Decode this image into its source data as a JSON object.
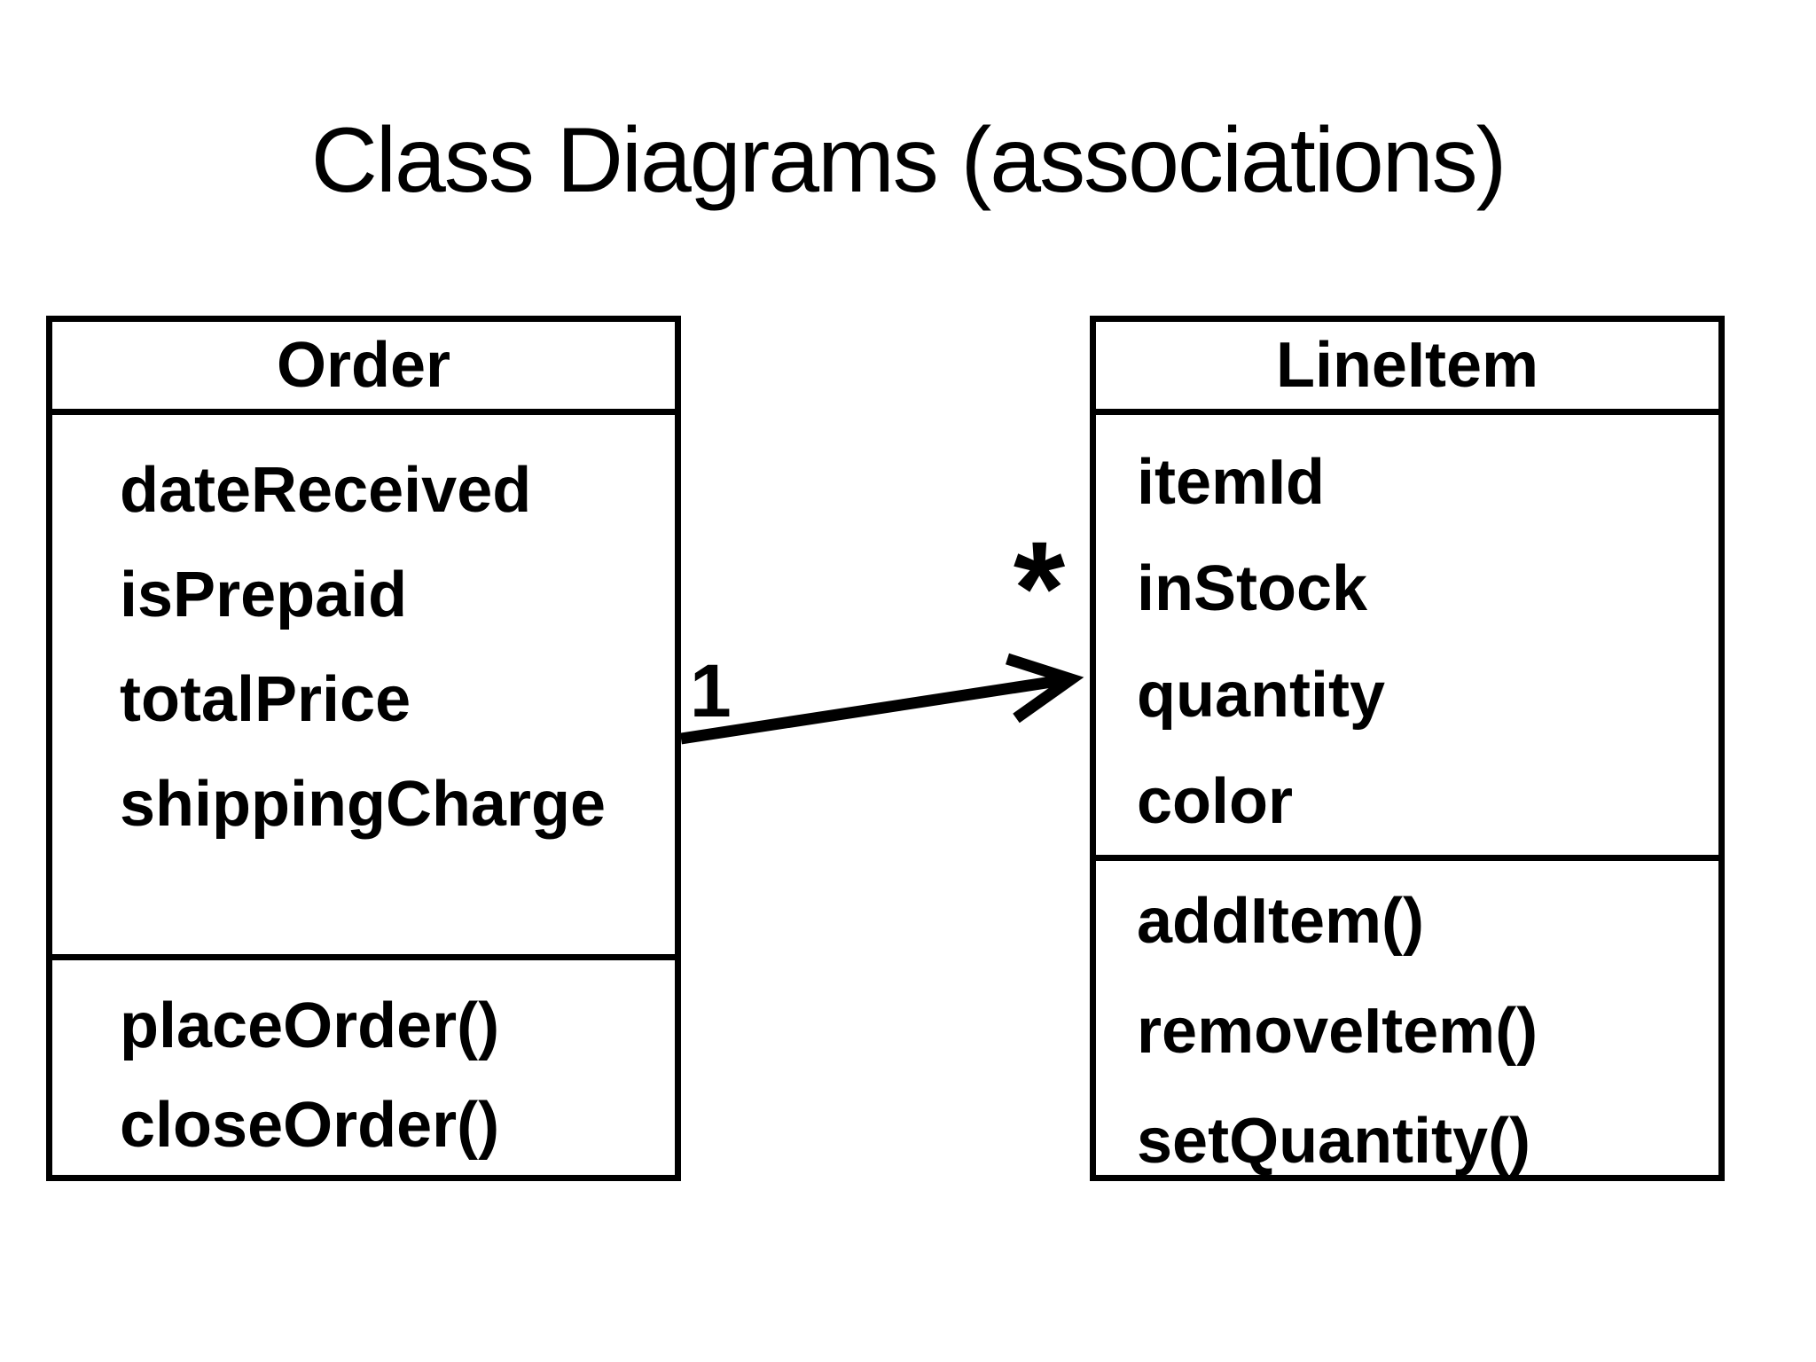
{
  "slide": {
    "title": "Class Diagrams (associations)"
  },
  "classes": {
    "order": {
      "name": "Order",
      "attributes": [
        "dateReceived",
        "isPrepaid",
        "totalPrice",
        "shippingCharge"
      ],
      "methods": [
        "placeOrder()",
        "closeOrder()"
      ]
    },
    "lineItem": {
      "name": "LineItem",
      "attributes": [
        "itemId",
        "inStock",
        "quantity",
        "color"
      ],
      "methods": [
        "addItem()",
        "removeItem()",
        "setQuantity()"
      ]
    }
  },
  "association": {
    "from": "Order",
    "to": "LineItem",
    "from_multiplicity": "1",
    "to_multiplicity": "*"
  },
  "colors": {
    "background": "#ffffff",
    "foreground": "#000000"
  }
}
